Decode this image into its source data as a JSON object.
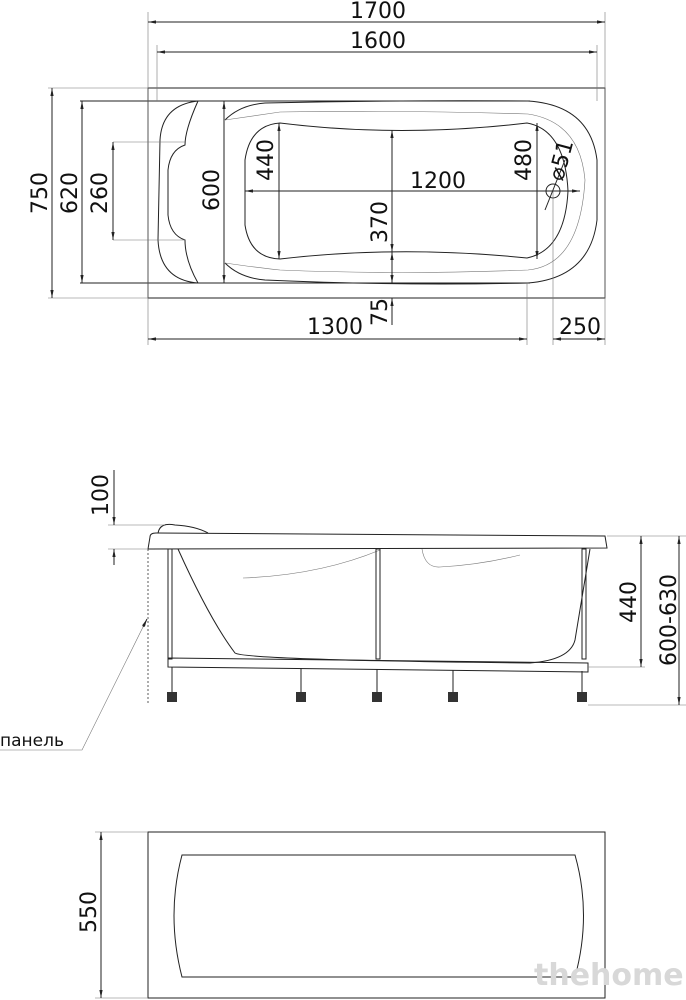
{
  "top_view": {
    "dims": {
      "overall_length": "1700",
      "inner_length": "1600",
      "overall_width": "750",
      "inner_width": "620",
      "headrest_width": "260",
      "head_end_width": "600",
      "bottom_width_head": "440",
      "bottom_width_middle": "370",
      "bottom_width_foot": "480",
      "bottom_length": "1200",
      "drain_diameter": "⌀51",
      "offset": "75",
      "drain_position": "1300",
      "drain_from_end": "250"
    }
  },
  "side_view": {
    "dims": {
      "headrest_height": "100",
      "depth": "440",
      "total_height": "600-630"
    },
    "panel_label": "панель"
  },
  "panel_view": {
    "dims": {
      "panel_height": "550"
    }
  },
  "watermark": "thehome"
}
